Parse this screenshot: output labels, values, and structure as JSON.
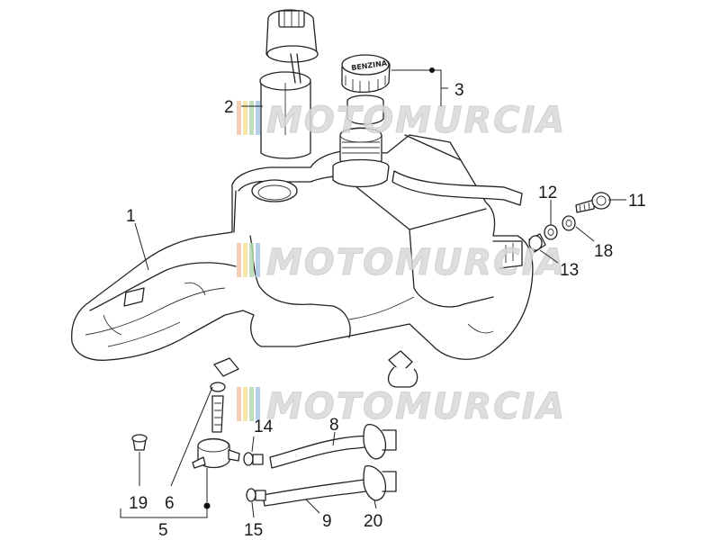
{
  "watermark": {
    "text": "MOTOMURCIA"
  },
  "callouts": {
    "n1": "1",
    "n2": "2",
    "n3": "3",
    "n5": "5",
    "n6": "6",
    "n8": "8",
    "n9": "9",
    "n11": "11",
    "n12": "12",
    "n13": "13",
    "n14": "14",
    "n15": "15",
    "n18": "18",
    "n19": "19",
    "n20": "20"
  },
  "cap_text": "BENZINA",
  "colors": {
    "line": "#222222",
    "watermark": "#d9d9d9",
    "logo_stripes": [
      "#f2c6a8",
      "#f5e39a",
      "#b8d8b0",
      "#a9c7e8"
    ]
  }
}
